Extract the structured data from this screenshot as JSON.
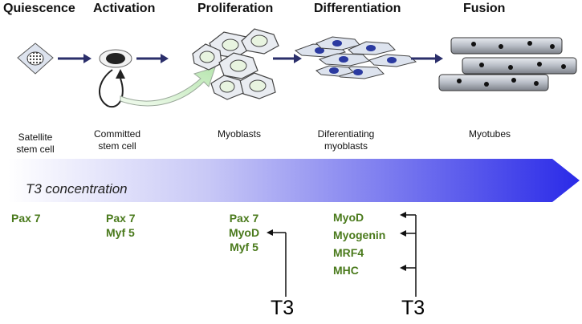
{
  "stages": [
    {
      "title": "Quiescence",
      "caption": [
        "Satellite",
        "stem cell"
      ]
    },
    {
      "title": "Activation",
      "caption": [
        "Committed",
        "stem cell"
      ]
    },
    {
      "title": "Proliferation",
      "caption": [
        "Myoblasts"
      ]
    },
    {
      "title": "Differentiation",
      "caption": [
        "Diferentiating",
        "myoblasts"
      ]
    },
    {
      "title": "Fusion",
      "caption": [
        "Myotubes"
      ]
    }
  ],
  "gradient_bar": {
    "label": "T3 concentration",
    "color_start": "#ffffff",
    "color_end": "#2a2ae8"
  },
  "markers": [
    [
      "Pax 7"
    ],
    [
      "Pax 7",
      "Myf 5"
    ],
    [
      "Pax 7",
      "MyoD",
      "Myf 5"
    ],
    [
      "MyoD",
      "Myogenin",
      "MRF4",
      "MHC"
    ]
  ],
  "t3_labels": [
    "T3",
    "T3"
  ],
  "colors": {
    "marker_text": "#4a7a1c",
    "stage_arrow": "#2b2f6b",
    "cell_body": "#dde3ee",
    "nucleus": "#2b3aa0",
    "myoblast_nucleus": "#e8f4e0"
  }
}
